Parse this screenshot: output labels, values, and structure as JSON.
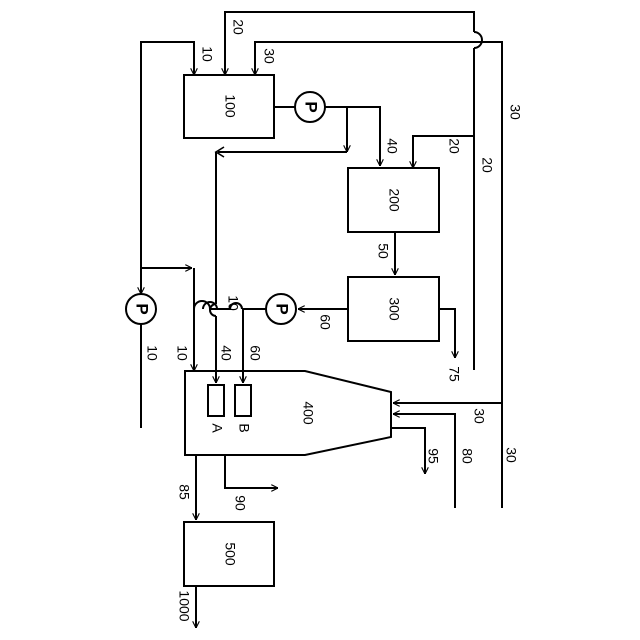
{
  "units": {
    "u100": "100",
    "u200": "200",
    "u300": "300",
    "u400": "400",
    "u500": "500",
    "zone_a": "A",
    "zone_b": "B"
  },
  "pumps": {
    "p1": "P",
    "p2": "P",
    "p3": "P"
  },
  "streams": {
    "s10_top": "10",
    "s20_top": "20",
    "s30_top": "30",
    "s20_mid": "20",
    "s20_right": "20",
    "s30_right": "30",
    "s40_top": "40",
    "s50": "50",
    "s60_out": "60",
    "s10_mid": "10",
    "s10_left": "10",
    "s10_bottom": "10",
    "s40_bottom": "40",
    "s60_bottom": "60",
    "s75": "75",
    "s30_lower": "30",
    "s30_bottom": "30",
    "s80": "80",
    "s95": "95",
    "s85": "85",
    "s90": "90",
    "s1000": "1000"
  },
  "colors": {
    "line": "#000000",
    "background": "#ffffff"
  }
}
